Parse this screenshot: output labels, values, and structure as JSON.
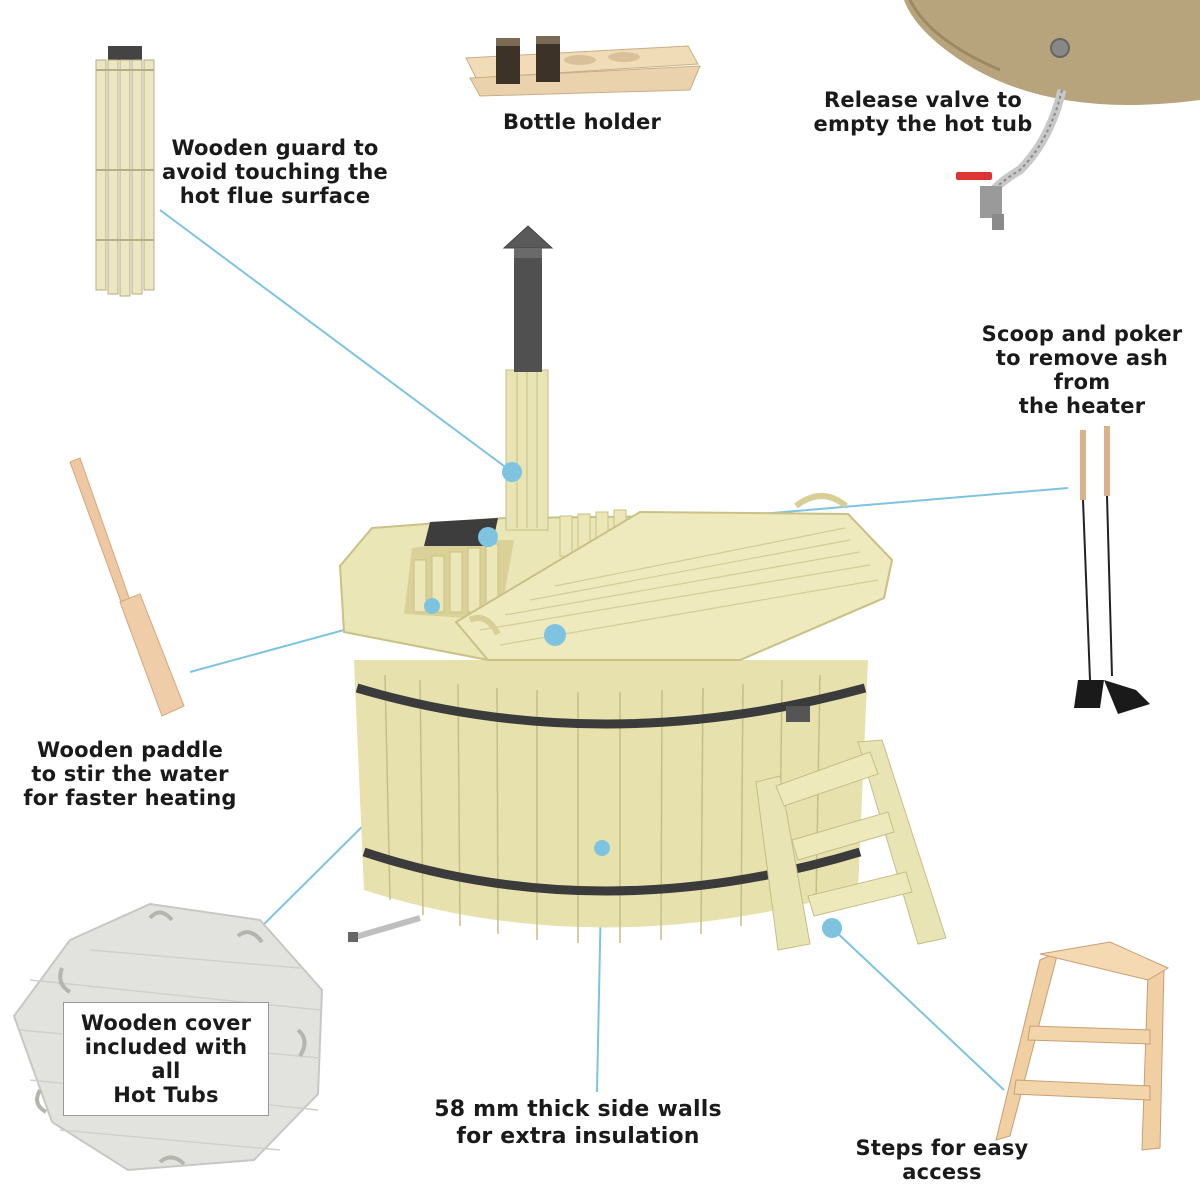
{
  "colors": {
    "callout_line": "#7ec4e0",
    "callout_dot": "#7ec4e0",
    "wood_light": "#ece7b8",
    "wood_mid": "#ddd59b",
    "wood_dark": "#c8bf82",
    "steel_band": "#3b3b3b",
    "chimney": "#505050",
    "cover_wood": "#e2e3df",
    "label_text": "#1a1a1a"
  },
  "callouts": {
    "guard": "Wooden guard to\navoid touching the\nhot flue surface",
    "bottle": "Bottle holder",
    "valve": "Release valve to\nempty the hot tub",
    "scoop": "Scoop and poker\nto remove ash from\nthe heater",
    "paddle": "Wooden paddle\nto stir the water\nfor faster heating",
    "cover": "Wooden cover\nincluded with all\nHot Tubs",
    "walls": "58 mm thick side walls\nfor extra insulation",
    "steps": "Steps for easy\naccess"
  },
  "icons": {
    "guard": "wooden-flue-guard-icon",
    "bottle": "bottle-holder-icon",
    "valve": "release-valve-icon",
    "scoop": "scoop-poker-icon",
    "paddle": "wooden-paddle-icon",
    "cover": "wooden-cover-icon",
    "steps": "wooden-steps-icon",
    "tub": "hot-tub-icon"
  }
}
